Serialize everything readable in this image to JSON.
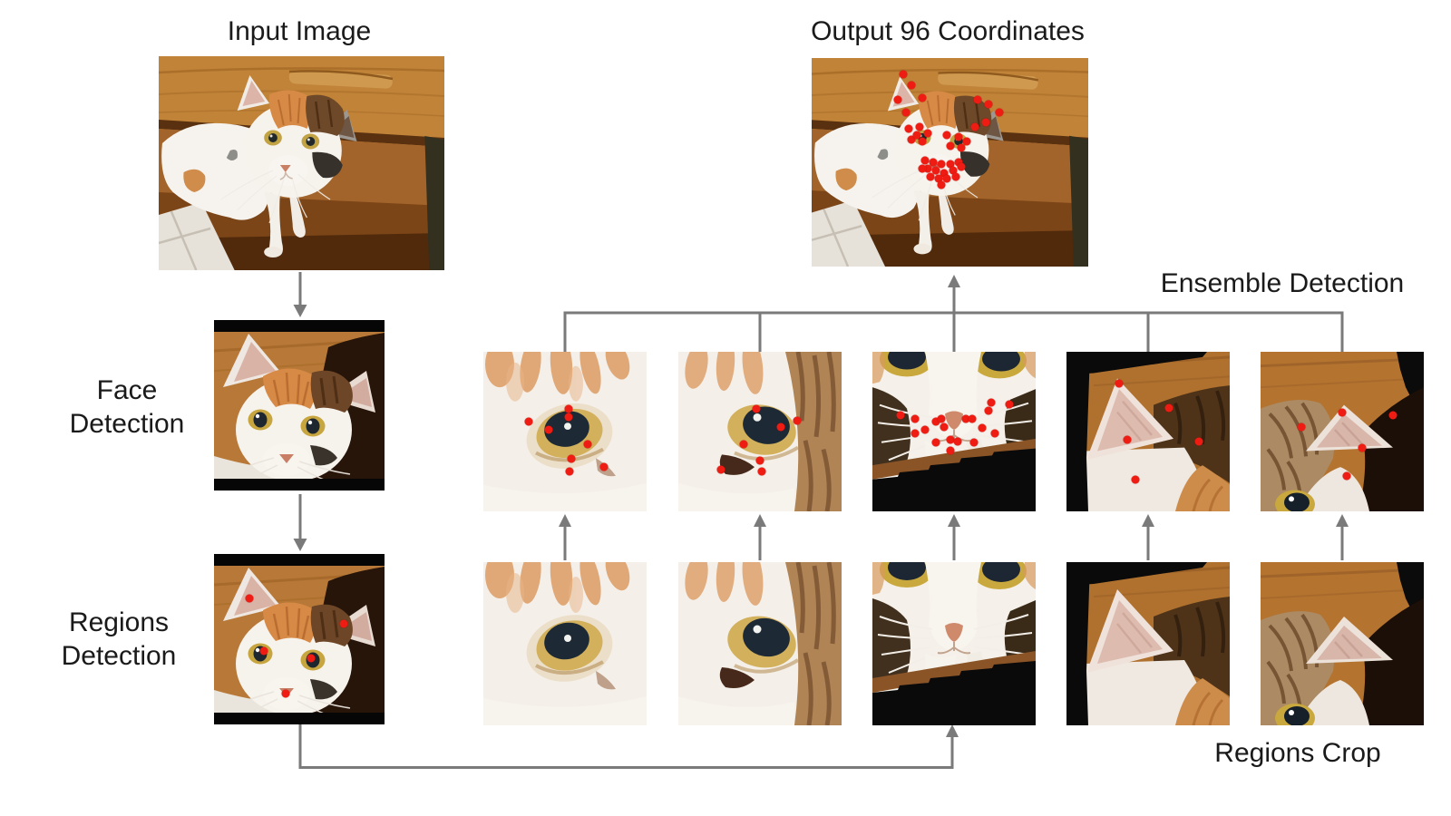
{
  "labels": {
    "input": "Input Image",
    "output": "Output 96 Coordinates",
    "ensemble": "Ensemble Detection",
    "face_line1": "Face",
    "face_line2": "Detection",
    "regions_line1": "Regions",
    "regions_line2": "Detection",
    "regions_crop": "Regions Crop"
  },
  "colors": {
    "arrow": "#7a7a7a",
    "landmark_dot": "#ee1c12",
    "text": "#1a1a1a",
    "background": "#ffffff"
  },
  "images": {
    "input": "cat-under-table-photo",
    "output": "cat-photo-with-96-landmarks",
    "face": "cat-face-crop",
    "regions": "cat-face-crop-with-region-landmarks",
    "crops": [
      "left-eye",
      "right-eye",
      "nose-mouth",
      "left-ear",
      "right-ear"
    ]
  },
  "landmarks": {
    "output": [
      [
        33,
        8
      ],
      [
        36,
        13
      ],
      [
        31,
        20
      ],
      [
        40,
        19
      ],
      [
        34,
        26
      ],
      [
        60,
        20
      ],
      [
        64,
        22
      ],
      [
        68,
        26
      ],
      [
        63,
        31
      ],
      [
        59,
        33
      ],
      [
        35,
        34
      ],
      [
        39,
        33
      ],
      [
        42,
        36
      ],
      [
        36,
        39
      ],
      [
        40,
        40
      ],
      [
        38,
        37
      ],
      [
        49,
        37
      ],
      [
        53,
        38
      ],
      [
        56,
        40
      ],
      [
        50,
        42
      ],
      [
        54,
        43
      ],
      [
        41,
        49
      ],
      [
        44,
        50
      ],
      [
        47,
        51
      ],
      [
        50,
        51
      ],
      [
        53,
        50
      ],
      [
        42,
        53
      ],
      [
        45,
        54
      ],
      [
        48,
        55
      ],
      [
        51,
        54
      ],
      [
        54,
        52
      ],
      [
        43,
        57
      ],
      [
        46,
        58
      ],
      [
        49,
        58
      ],
      [
        52,
        57
      ],
      [
        40,
        53
      ],
      [
        47,
        61
      ]
    ],
    "regions": [
      [
        21,
        26
      ],
      [
        76,
        41
      ],
      [
        29,
        57
      ],
      [
        57,
        61
      ],
      [
        42,
        82
      ]
    ],
    "eye1": [
      [
        52,
        36
      ],
      [
        52,
        41
      ],
      [
        28,
        44
      ],
      [
        40,
        49
      ],
      [
        64,
        58
      ],
      [
        54,
        67
      ],
      [
        53,
        75
      ],
      [
        74,
        72
      ]
    ],
    "eye2": [
      [
        48,
        36
      ],
      [
        73,
        43
      ],
      [
        63,
        47
      ],
      [
        40,
        58
      ],
      [
        50,
        68
      ],
      [
        26,
        74
      ],
      [
        51,
        75
      ]
    ],
    "nose": [
      [
        17,
        40
      ],
      [
        26,
        42
      ],
      [
        32,
        49
      ],
      [
        39,
        44
      ],
      [
        44,
        47
      ],
      [
        39,
        57
      ],
      [
        48,
        55
      ],
      [
        52,
        56
      ],
      [
        57,
        42
      ],
      [
        61,
        42
      ],
      [
        67,
        48
      ],
      [
        71,
        37
      ],
      [
        73,
        32
      ],
      [
        84,
        33
      ],
      [
        75,
        51
      ],
      [
        62,
        57
      ],
      [
        42,
        42
      ],
      [
        26,
        51
      ],
      [
        48,
        62
      ]
    ],
    "ear1": [
      [
        32,
        20
      ],
      [
        63,
        35
      ],
      [
        37,
        55
      ],
      [
        81,
        56
      ],
      [
        42,
        80
      ]
    ],
    "ear2": [
      [
        25,
        47
      ],
      [
        50,
        38
      ],
      [
        81,
        40
      ],
      [
        62,
        60
      ],
      [
        53,
        78
      ]
    ]
  }
}
